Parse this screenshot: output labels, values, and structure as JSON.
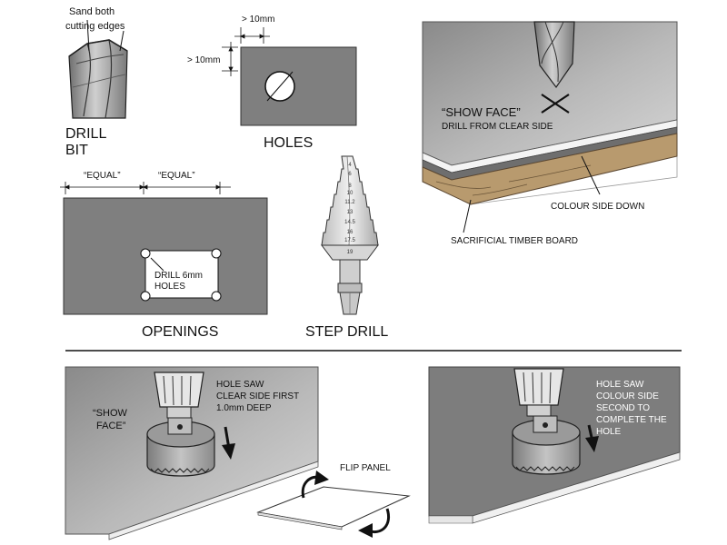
{
  "drill_bit": {
    "note_line1": "Sand both",
    "note_line2": "cutting edges",
    "title_line1": "DRILL",
    "title_line2": "BIT"
  },
  "holes": {
    "dim_top": "> 10mm",
    "dim_left": "> 10mm",
    "title": "HOLES"
  },
  "show_face_panel": {
    "show_face": "“SHOW FACE”",
    "drill_note": "DRILL FROM CLEAR SIDE",
    "colour_side": "COLOUR SIDE DOWN",
    "timber_board": "SACRIFICIAL TIMBER BOARD"
  },
  "openings": {
    "equal_left": "“EQUAL”",
    "equal_right": "“EQUAL”",
    "note_line1": "DRILL 6mm",
    "note_line2": "HOLES",
    "title": "OPENINGS"
  },
  "step_drill": {
    "title": "STEP DRILL",
    "sizes": [
      "4",
      "6",
      "8",
      "10",
      "11.2",
      "13",
      "14.5",
      "16",
      "17.5",
      "19"
    ]
  },
  "hole_saw_clear": {
    "show_face_line1": "“SHOW",
    "show_face_line2": "FACE”",
    "note_line1": "HOLE SAW",
    "note_line2": "CLEAR SIDE FIRST",
    "note_line3": "1.0mm DEEP"
  },
  "flip": {
    "label": "FLIP PANEL"
  },
  "hole_saw_colour": {
    "note_line1": "HOLE SAW",
    "note_line2": "COLOUR SIDE",
    "note_line3": "SECOND TO",
    "note_line4": "COMPLETE THE",
    "note_line5": "HOLE"
  }
}
